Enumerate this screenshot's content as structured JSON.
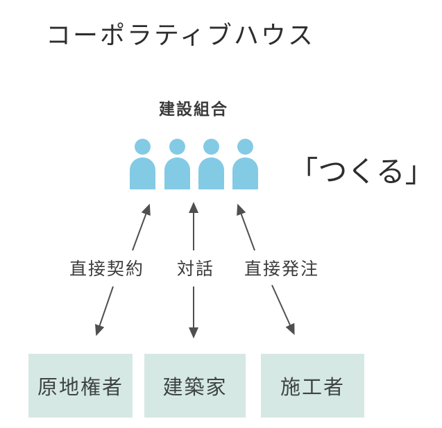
{
  "title": "コーポラティブハウス",
  "group": {
    "label": "建設組合",
    "member_count": 4
  },
  "action_text": "「つくる」",
  "relations": [
    {
      "label": "直接契約",
      "from": "建設組合",
      "to": "原地権者"
    },
    {
      "label": "対話",
      "from": "建設組合",
      "to": "建築家"
    },
    {
      "label": "直接発注",
      "from": "建設組合",
      "to": "施工者"
    }
  ],
  "stakeholders": [
    {
      "label": "原地権者"
    },
    {
      "label": "建築家"
    },
    {
      "label": "施工者"
    }
  ],
  "colors": {
    "person_blue": "#83cae5",
    "box_teal": "#d6e8e4",
    "arrow_gray": "#4f4f4f",
    "text_dark": "#2d2d2d"
  }
}
